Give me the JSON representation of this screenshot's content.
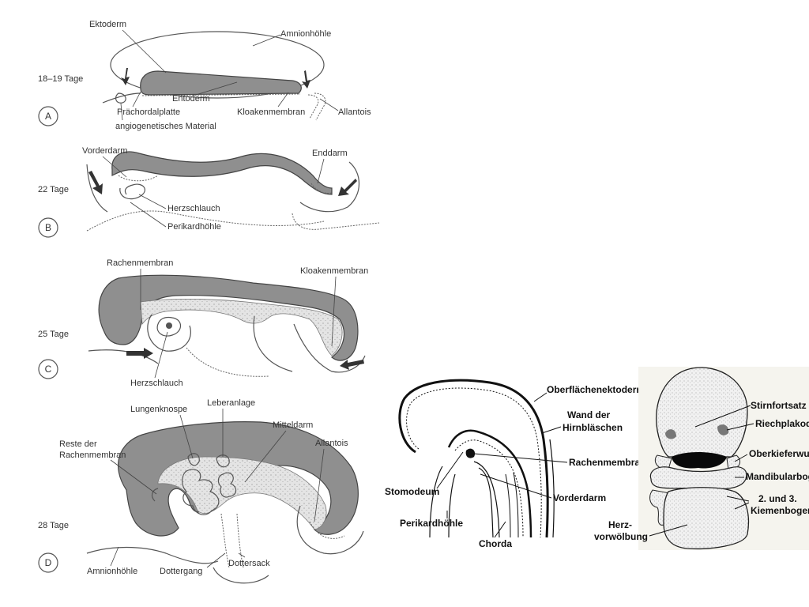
{
  "panels": {
    "a": {
      "letter": "A",
      "days": "18–19 Tage",
      "labels": {
        "ektoderm": "Ektoderm",
        "amnionhoehle": "Amnionhöhle",
        "entoderm": "Entoderm",
        "praechordalplatte": "Prächordalplatte",
        "kloakenmembran": "Kloakenmembran",
        "allantois": "Allantois",
        "angiogenetisch": "angiogenetisches Material"
      }
    },
    "b": {
      "letter": "B",
      "days": "22 Tage",
      "labels": {
        "vorderdarm": "Vorderdarm",
        "enddarm": "Enddarm",
        "herzschlauch": "Herzschlauch",
        "perikardhoehle": "Perikardhöhle"
      }
    },
    "c": {
      "letter": "C",
      "days": "25 Tage",
      "labels": {
        "rachenmembran": "Rachenmembran",
        "kloakenmembran": "Kloakenmembran",
        "herzschlauch": "Herzschlauch"
      }
    },
    "d": {
      "letter": "D",
      "days": "28 Tage",
      "labels": {
        "lungenknospe": "Lungenknospe",
        "leberanlage": "Leberanlage",
        "mitteldarm": "Mitteldarm",
        "allantois": "Allantois",
        "reste1": "Reste der",
        "reste2": "Rachenmembran",
        "amnionhoehle": "Amnionhöhle",
        "dottergang": "Dottergang",
        "dottersack": "Dottersack"
      }
    }
  },
  "section": {
    "labels": {
      "oberflaechenektoderm": "Oberflächenektoderm",
      "wand1": "Wand der",
      "wand2": "Hirnbläschen",
      "rachenmembran": "Rachenmembran",
      "stomodeum": "Stomodeum",
      "vorderdarm": "Vorderdarm",
      "perikardhoehle": "Perikardhöhle",
      "chorda": "Chorda"
    }
  },
  "face": {
    "labels": {
      "stirnfortsatz": "Stirnfortsatz",
      "riechplakode": "Riechplakode",
      "oberkieferwulst": "Oberkieferwulst",
      "mandibularbogen": "Mandibularbogen",
      "kiemen1": "2. und 3.",
      "kiemen2": "Kiemenbogen",
      "herz1": "Herz-",
      "herz2": "vorwölbung"
    }
  }
}
